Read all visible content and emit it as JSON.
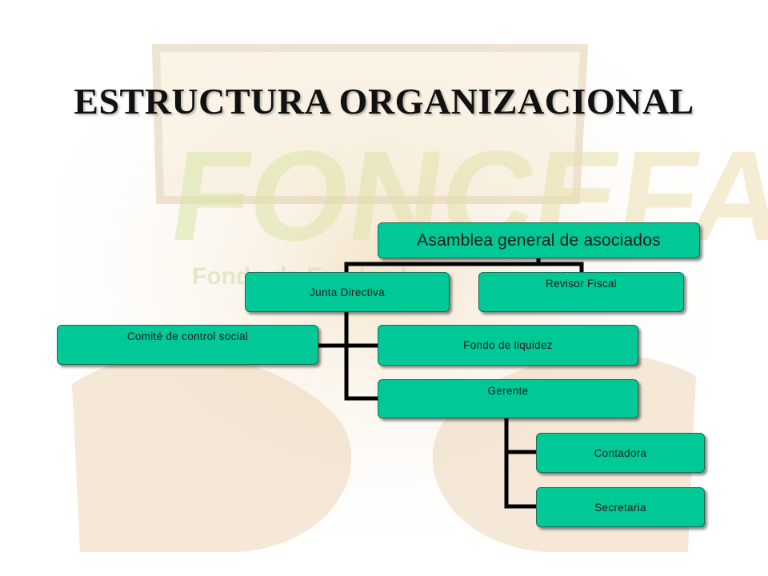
{
  "slide": {
    "title": "ESTRUCTURA ORGANIZACIONAL",
    "watermark_text": "FONCEFA",
    "watermark_subtext": "Fondo de Empleados"
  },
  "colors": {
    "node_fill": "#00c896",
    "node_border": "#1e6b52",
    "connector": "#000000",
    "title_text": "#111111"
  },
  "org": {
    "root": "Asamblea general de asociados",
    "junta": "Junta Directiva",
    "revisor": "Revisor Fiscal",
    "comite": "Comité de control social",
    "fondo": "Fondo de liquidez",
    "gerente": "Gerente",
    "contadora": "Contadora",
    "secretaria": "Secretaria"
  }
}
